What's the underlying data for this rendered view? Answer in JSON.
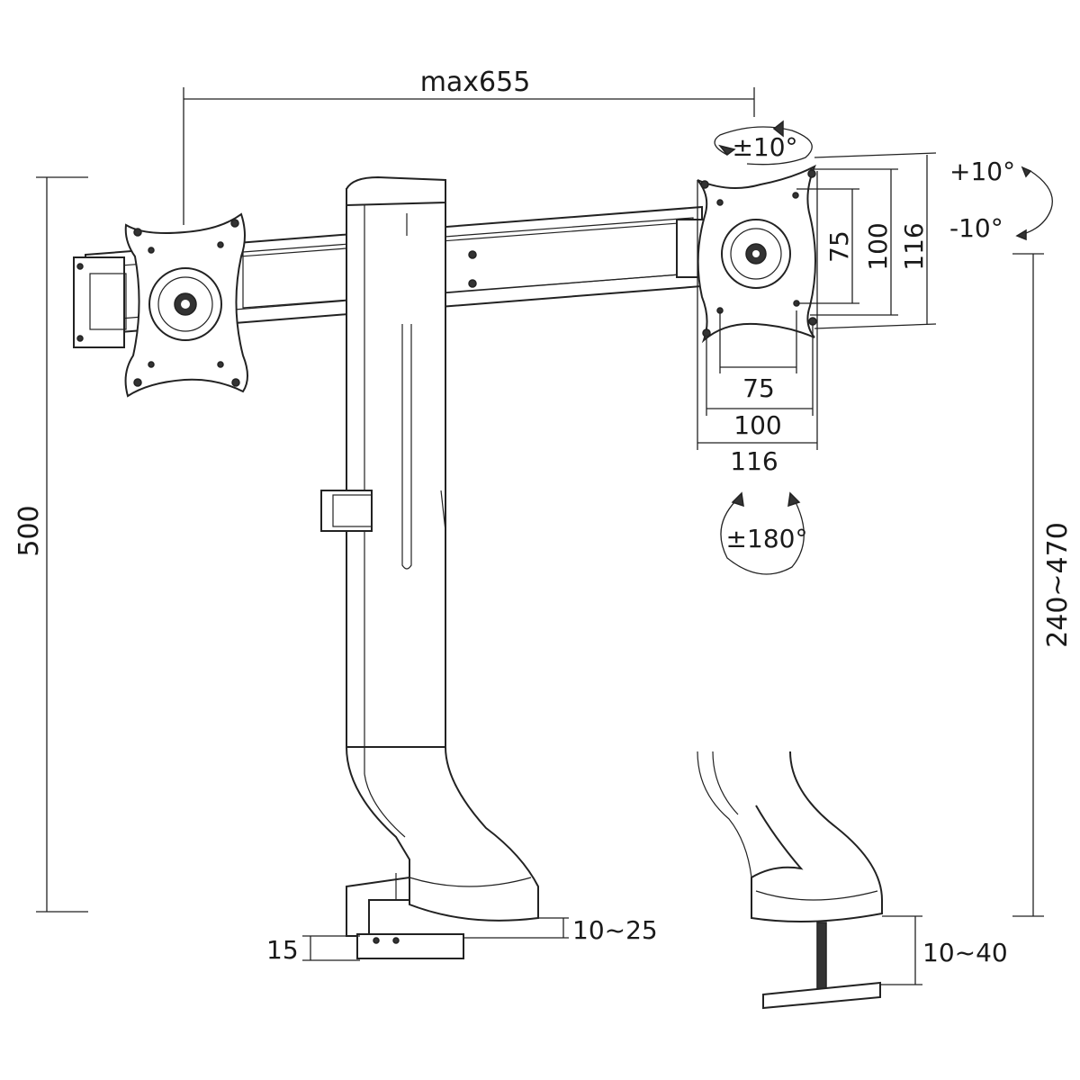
{
  "dimensions": {
    "max_width": "max655",
    "total_height": "500",
    "height_range": "240~470",
    "tilt_up": "+10°",
    "tilt_down": "-10°",
    "swivel": "±10°",
    "rotation": "±180°",
    "vesa_small": "75",
    "vesa_medium": "100",
    "plate_size": "116",
    "clamp_desk_range": "10~25",
    "clamp_plate": "15",
    "grommet_range": "10~40"
  },
  "colors": {
    "line": "#222222",
    "background": "#ffffff"
  }
}
